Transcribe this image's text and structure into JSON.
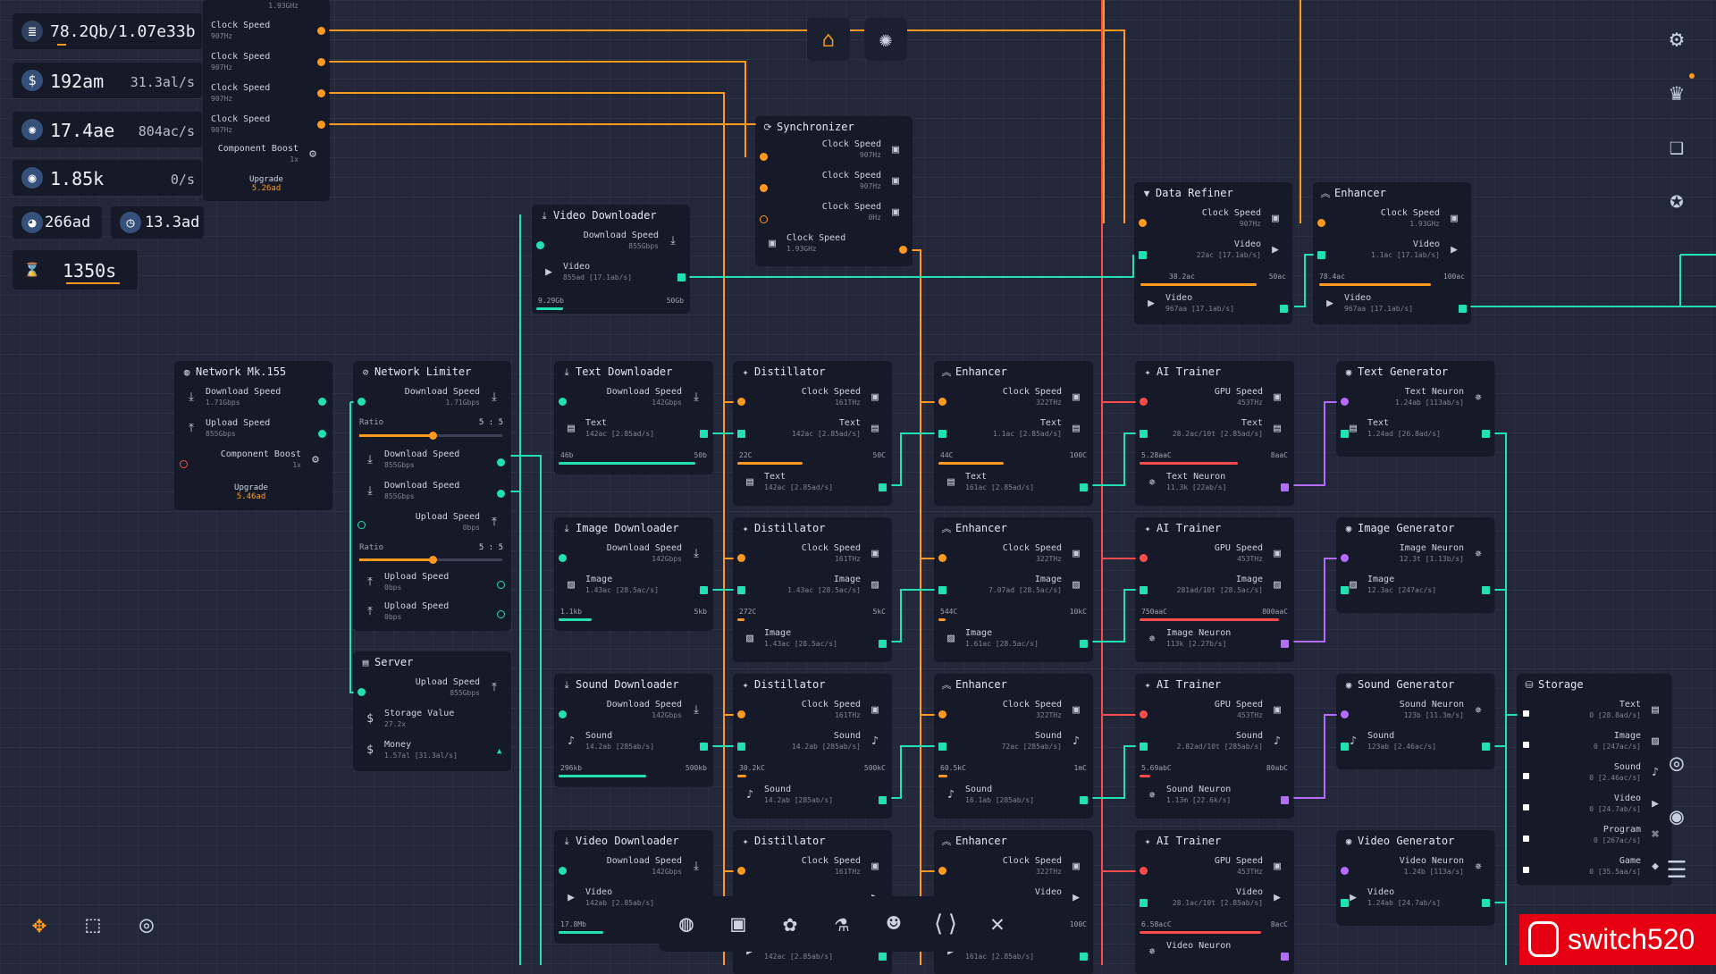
{
  "colors": {
    "orange": "#ff9a1f",
    "teal": "#21e0b4",
    "red": "#ff4b4b",
    "purple": "#b56bff",
    "panel": "#161a28",
    "bg": "#23273a"
  },
  "resources": {
    "data": {
      "value": "78.2Qb/1.07e33b",
      "icon": "database-icon"
    },
    "money": {
      "value": "192am",
      "rate": "31.3al/s",
      "icon": "dollar-icon"
    },
    "research": {
      "value": "17.4ae",
      "rate": "804ac/s",
      "icon": "atom-icon"
    },
    "tokens": {
      "value": "1.85k",
      "rate": "0/s",
      "icon": "token-icon"
    },
    "stat_a": {
      "value": "266ad",
      "icon": "pie-icon"
    },
    "stat_b": {
      "value": "13.3ad",
      "icon": "clock-icon"
    },
    "timer": {
      "value": "1350s",
      "icon": "hourglass-icon"
    }
  },
  "top_buttons": {
    "home": "home-icon",
    "research": "atom-icon"
  },
  "sidebar": [
    "gear-icon",
    "trophy-icon",
    "book-icon",
    "badge-icon"
  ],
  "sidebar_bottom": [
    "aperture-icon",
    "target-icon",
    "server-icon"
  ],
  "bottom_left": [
    "move-icon",
    "select-icon",
    "record-icon"
  ],
  "dock": [
    "globe-icon",
    "cpu-icon",
    "brain-icon",
    "microscope-icon",
    "person-icon",
    "code-icon",
    "tools-icon"
  ],
  "watermark": "switch520",
  "nodes": {
    "top_left": {
      "rows": [
        "Clock Speed",
        "Clock Speed",
        "Clock Speed",
        "Clock Speed"
      ],
      "sub": "907Hz",
      "boost": "Component Boost",
      "boost_val": "1x",
      "upgrade": "Upgrade",
      "upgrade_cost": "5.26ad",
      "top": "1.93GHz"
    },
    "synchronizer": {
      "title": "Synchronizer",
      "rows": [
        {
          "l": "Clock Speed",
          "s": "907Hz"
        },
        {
          "l": "Clock Speed",
          "s": "907Hz"
        },
        {
          "l": "Clock Speed",
          "s": "0Hz"
        },
        {
          "l": "Clock Speed",
          "s": "1.93GHz"
        }
      ]
    },
    "video_dl_top": {
      "title": "Video Downloader",
      "r1": "Download Speed",
      "r1s": "855Gbps",
      "r2": "Video",
      "r2s": "855ad [17.1ab/s]",
      "b1": "9.29Gb",
      "b2": "50Gb"
    },
    "data_refiner": {
      "title": "Data Refiner",
      "r1": "Clock Speed",
      "r1s": "907Hz",
      "r2": "Video",
      "r2s": "22ac [17.1ab/s]",
      "b1": "38.2ac",
      "b2": "50ac",
      "r3": "Video",
      "r3s": "967aa [17.1ab/s]"
    },
    "enhancer_top": {
      "title": "Enhancer",
      "r1": "Clock Speed",
      "r1s": "1.93GHz",
      "r2": "Video",
      "r2s": "1.1ac [17.1ab/s]",
      "b1": "78.4ac",
      "b2": "100ac",
      "r3": "Video",
      "r3s": "967aa [17.1ab/s]"
    },
    "network": {
      "title": "Network Mk.155",
      "r1": "Download Speed",
      "r1s": "1.71Gbps",
      "r2": "Upload Speed",
      "r2s": "855Gbps",
      "boost": "Component Boost",
      "boost_val": "1x",
      "upgrade": "Upgrade",
      "upgrade_cost": "5.46ad"
    },
    "limiter": {
      "title": "Network Limiter",
      "r1": "Download Speed",
      "r1s": "1.71Gbps",
      "ratio": "Ratio",
      "ratio_val": "5 : 5",
      "r2": "Download Speed",
      "r2s": "855Gbps",
      "r3": "Download Speed",
      "r3s": "855Gbps",
      "r4": "Upload Speed",
      "r4s": "0bps",
      "ratio2": "Ratio",
      "ratio2_val": "5 : 5",
      "r5": "Upload Speed",
      "r5s": "0bps",
      "r6": "Upload Speed",
      "r6s": "0bps"
    },
    "server": {
      "title": "Server",
      "r1": "Upload Speed",
      "r1s": "855Gbps",
      "r2": "Storage Value",
      "r2s": "27.2x",
      "r3": "Money",
      "r3s": "1.57al [31.3al/s]"
    },
    "storage": {
      "title": "Storage",
      "rows": [
        {
          "l": "Text",
          "s": "0 [28.8ad/s]"
        },
        {
          "l": "Image",
          "s": "0 [247ac/s]"
        },
        {
          "l": "Sound",
          "s": "0 [2.46ac/s]"
        },
        {
          "l": "Video",
          "s": "0 [24.7ab/s]"
        },
        {
          "l": "Program",
          "s": "0 [267ac/s]"
        },
        {
          "l": "Game",
          "s": "0 [35.5aa/s]"
        }
      ]
    }
  },
  "lanes": [
    {
      "id": "text",
      "dl": {
        "title": "Text Downloader",
        "r1": "Download Speed",
        "r1s": "142Gbps",
        "r2": "Text",
        "r2s": "142ac [2.85ad/s]",
        "b1": "46b",
        "b2": "50b"
      },
      "dist": {
        "title": "Distillator",
        "r1": "Clock Speed",
        "r1s": "161THz",
        "r2": "Text",
        "r2s": "142ac [2.85ad/s]",
        "b1": "22C",
        "b2": "50C",
        "r3": "Text",
        "r3s": "142ac [2.85ad/s]"
      },
      "enh": {
        "title": "Enhancer",
        "r1": "Clock Speed",
        "r1s": "322THz",
        "r2": "Text",
        "r2s": "1.1ac [2.85ad/s]",
        "b1": "44C",
        "b2": "100C",
        "r3": "Text",
        "r3s": "161ac [2.85ad/s]"
      },
      "ai": {
        "title": "AI Trainer",
        "r1": "GPU Speed",
        "r1s": "453THz",
        "r2": "Text",
        "r2s": "28.2ac/10t [2.85ad/s]",
        "b1": "5.28aaC",
        "b2": "8aaC",
        "r3": "Text Neuron",
        "r3s": "11.3k [22ab/s]"
      },
      "gen": {
        "title": "Text Generator",
        "r1": "Text Neuron",
        "r1s": "1.24ab [113ab/s]",
        "r2": "Text",
        "r2s": "1.24ad [26.8ad/s]"
      }
    },
    {
      "id": "image",
      "dl": {
        "title": "Image Downloader",
        "r1": "Download Speed",
        "r1s": "142Gbps",
        "r2": "Image",
        "r2s": "1.43ac [28.5ac/s]",
        "b1": "1.1kb",
        "b2": "5kb"
      },
      "dist": {
        "title": "Distillator",
        "r1": "Clock Speed",
        "r1s": "161THz",
        "r2": "Image",
        "r2s": "1.43ac [28.5ac/s]",
        "b1": "272C",
        "b2": "5kC",
        "r3": "Image",
        "r3s": "1.43ac [28.5ac/s]"
      },
      "enh": {
        "title": "Enhancer",
        "r1": "Clock Speed",
        "r1s": "322THz",
        "r2": "Image",
        "r2s": "7.07ad [28.5ac/s]",
        "b1": "544C",
        "b2": "10kC",
        "r3": "Image",
        "r3s": "1.61ac [28.5ac/s]"
      },
      "ai": {
        "title": "AI Trainer",
        "r1": "GPU Speed",
        "r1s": "453THz",
        "r2": "Image",
        "r2s": "281ad/10t [28.5ac/s]",
        "b1": "750aaC",
        "b2": "800aaC",
        "r3": "Image Neuron",
        "r3s": "113k [2.27b/s]"
      },
      "gen": {
        "title": "Image Generator",
        "r1": "Image Neuron",
        "r1s": "12.3t [1.13b/s]",
        "r2": "Image",
        "r2s": "12.3ac [247ac/s]"
      }
    },
    {
      "id": "sound",
      "dl": {
        "title": "Sound Downloader",
        "r1": "Download Speed",
        "r1s": "142Gbps",
        "r2": "Sound",
        "r2s": "14.2ab [285ab/s]",
        "b1": "296kb",
        "b2": "500kb"
      },
      "dist": {
        "title": "Distillator",
        "r1": "Clock Speed",
        "r1s": "161THz",
        "r2": "Sound",
        "r2s": "14.2ab [285ab/s]",
        "b1": "30.2kC",
        "b2": "500kC",
        "r3": "Sound",
        "r3s": "14.2ab [285ab/s]"
      },
      "enh": {
        "title": "Enhancer",
        "r1": "Clock Speed",
        "r1s": "322THz",
        "r2": "Sound",
        "r2s": "72ac [285ab/s]",
        "b1": "60.5kC",
        "b2": "1mC",
        "r3": "Sound",
        "r3s": "16.1ab [285ab/s]"
      },
      "ai": {
        "title": "AI Trainer",
        "r1": "GPU Speed",
        "r1s": "453THz",
        "r2": "Sound",
        "r2s": "2.82ad/10t [285ab/s]",
        "b1": "5.69abC",
        "b2": "80abC",
        "r3": "Sound Neuron",
        "r3s": "1.13m [22.6k/s]"
      },
      "gen": {
        "title": "Sound Generator",
        "r1": "Sound Neuron",
        "r1s": "123b [11.3m/s]",
        "r2": "Sound",
        "r2s": "123ab [2.46ac/s]"
      }
    },
    {
      "id": "video",
      "dl": {
        "title": "Video Downloader",
        "r1": "Download Speed",
        "r1s": "142Gbps",
        "r2": "Video",
        "r2s": "142ab [2.85ab/s]",
        "b1": "17.8Mb",
        "b2": ""
      },
      "dist": {
        "title": "Distillator",
        "r1": "Clock Speed",
        "r1s": "161THz",
        "r2": "",
        "r2s": "",
        "b1": "",
        "b2": "",
        "r3": "",
        "r3s": "142ac [2.85ab/s]"
      },
      "enh": {
        "title": "Enhancer",
        "r1": "Clock Speed",
        "r1s": "322THz",
        "r2": "Video",
        "r2s": "",
        "b1": "",
        "b2": "100C",
        "r3": "",
        "r3s": "161ac [2.85ab/s]"
      },
      "ai": {
        "title": "AI Trainer",
        "r1": "GPU Speed",
        "r1s": "453THz",
        "r2": "Video",
        "r2s": "28.1ac/10t [2.85ab/s]",
        "b1": "6.58acC",
        "b2": "8acC",
        "r3": "Video Neuron",
        "r3s": ""
      },
      "gen": {
        "title": "Video Generator",
        "r1": "Video Neuron",
        "r1s": "1.24b [113a/s]",
        "r2": "Video",
        "r2s": "1.24ab [24.7ab/s]"
      }
    }
  ]
}
